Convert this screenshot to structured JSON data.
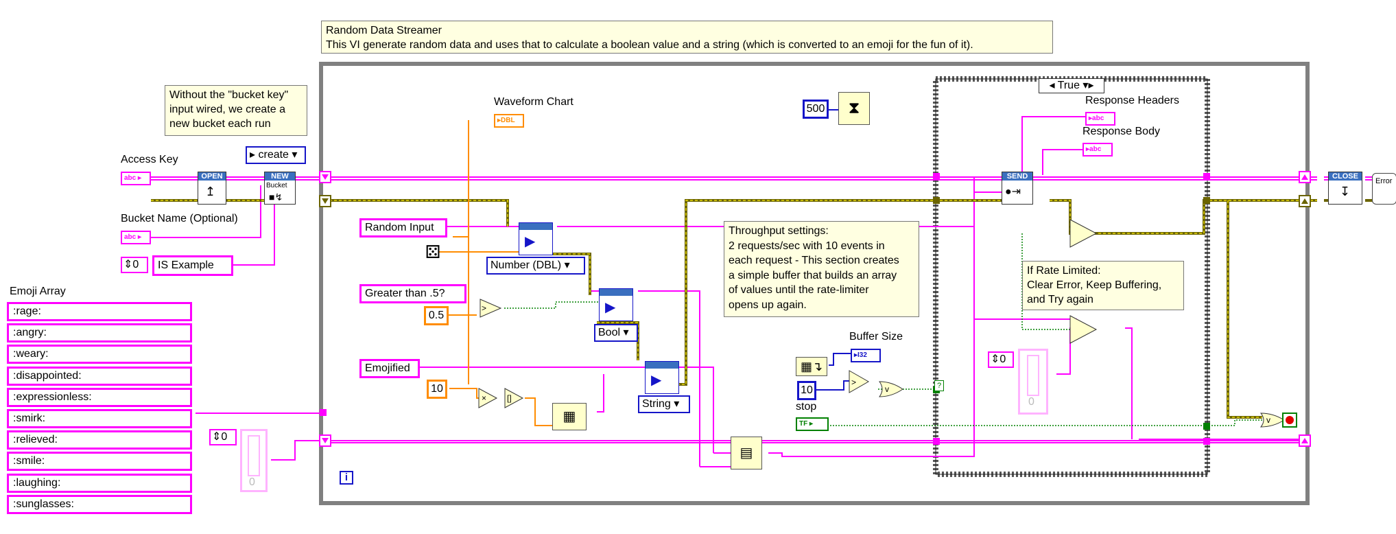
{
  "comments": {
    "title_line1": "Random Data Streamer",
    "title_line2": "This VI generate random data and uses that to calculate a boolean value and a string (which is converted to an emoji for the fun of it).",
    "bucket_line1": "Without the \"bucket key\"",
    "bucket_line2": "input wired, we create a",
    "bucket_line3": "new bucket each run",
    "throughput_line1": "Throughput settings:",
    "throughput_line2": "2 requests/sec with 10 events in",
    "throughput_line3": "each request - This section creates",
    "throughput_line4": "a simple buffer that builds an array",
    "throughput_line5": "of values until the rate-limiter",
    "throughput_line6": "opens up again.",
    "rate_line1": "If Rate Limited:",
    "rate_line2": "Clear Error, Keep Buffering,",
    "rate_line3": "and Try again"
  },
  "labels": {
    "access_key": "Access Key",
    "bucket_name": "Bucket Name (Optional)",
    "emoji_array": "Emoji Array",
    "waveform_chart": "Waveform Chart",
    "response_headers": "Response Headers",
    "response_body": "Response Body",
    "buffer_size": "Buffer Size",
    "stop": "stop"
  },
  "constants": {
    "create_enum": "create",
    "bucket_name_string": "IS Example",
    "index_bucket": "0",
    "emoji_index": "0",
    "emoji_index_ghost": "0",
    "wait_ms": "500",
    "half": "0.5",
    "ten_events": "10",
    "buffer_limit": "10",
    "rate_index": "0",
    "rate_index_ghost": "0",
    "case_selector": "True"
  },
  "string_constants": {
    "random_input": "Random Input",
    "greater_than": "Greater than .5?",
    "emojified": "Emojified"
  },
  "type_rings": {
    "number": "Number (DBL)",
    "bool": "Bool",
    "string": "String"
  },
  "terminals": {
    "abc": "abc",
    "dbl": "DBL",
    "i32": "I32",
    "tf": "TF",
    "error": "Error"
  },
  "subvis": {
    "open": "OPEN",
    "new": "NEW",
    "bucket": "Bucket",
    "send": "SEND",
    "close": "CLOSE"
  },
  "emoji_array": [
    ":rage:",
    ":angry:",
    ":weary:",
    ":disappointed:",
    ":expressionless:",
    ":smirk:",
    ":relieved:",
    ":smile:",
    ":laughing:",
    ":sunglasses:"
  ],
  "loop_iteration": "i",
  "colors": {
    "string_wire": "#ff00ff",
    "numeric_wire": "#ff8c00",
    "boolean_wire": "#008000",
    "int_wire": "#1515c8",
    "cluster_wire": "#6b6400",
    "loop_frame": "#808080"
  },
  "icons": [
    "dice-icon",
    "metronome-icon",
    "build-array-icon",
    "stop-button-icon",
    "array-size-icon"
  ]
}
